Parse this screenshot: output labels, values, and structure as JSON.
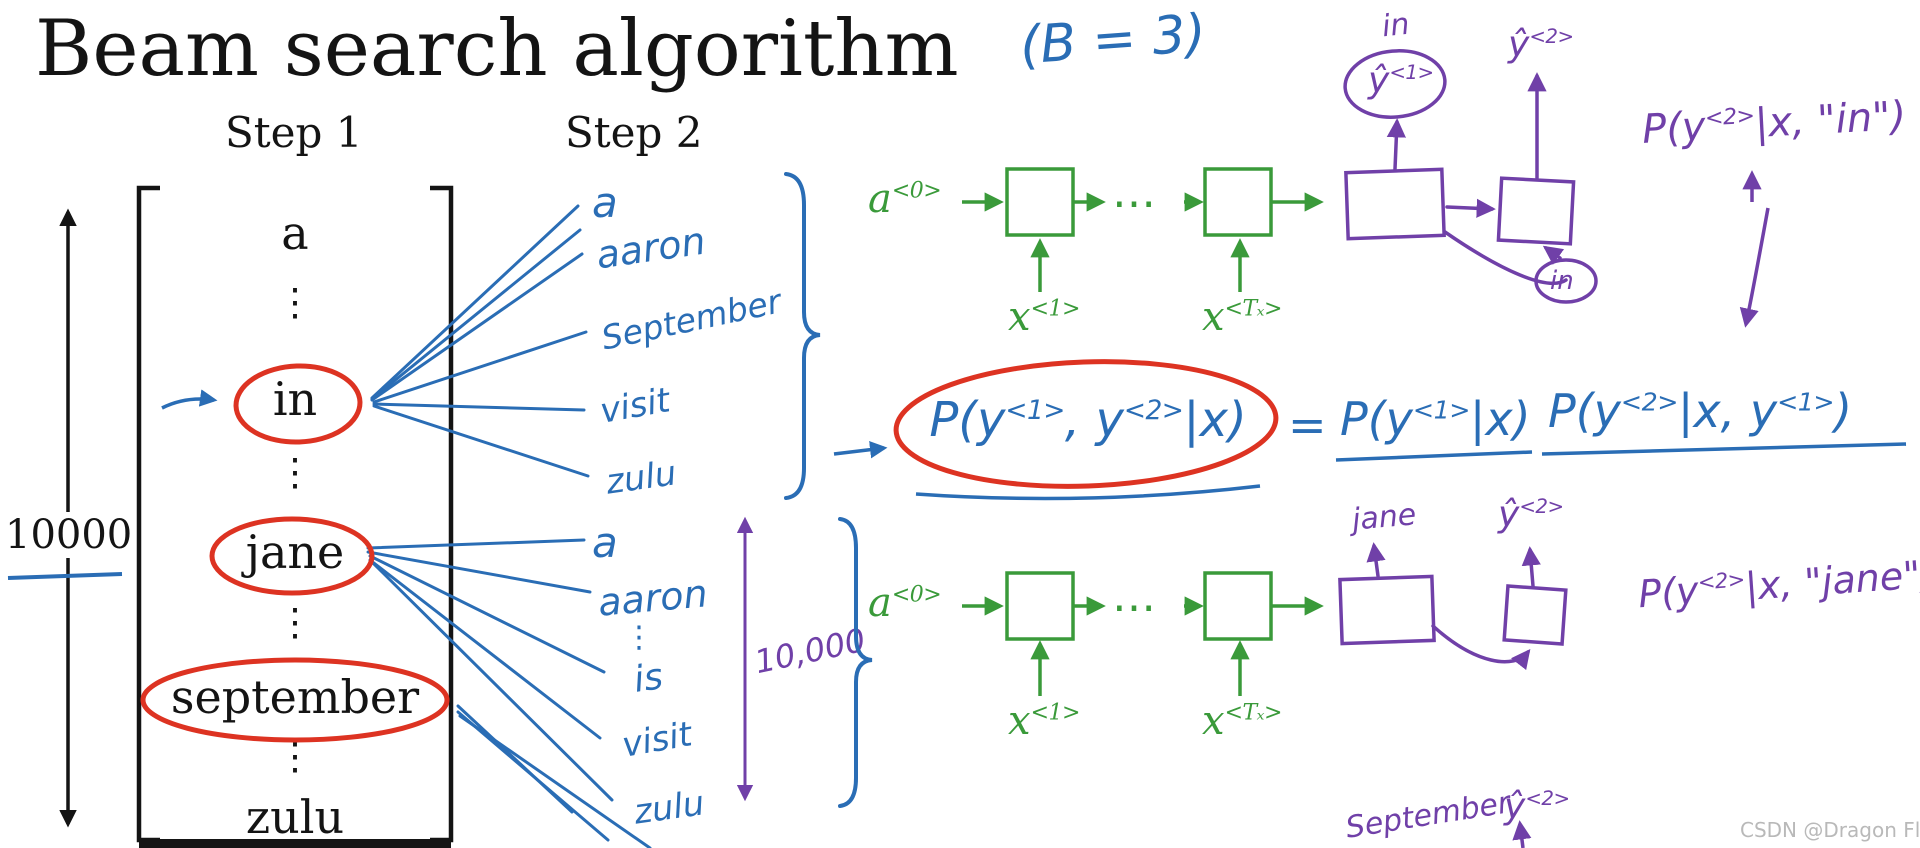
{
  "title": "Beam search algorithm",
  "beam_width_note": "(B = 3)",
  "step_labels": {
    "step1": "Step 1",
    "step2": "Step 2"
  },
  "vocab": {
    "size_label": "10000",
    "items": [
      "a",
      "⋮",
      "in",
      "⋮",
      "jane",
      "⋮",
      "september",
      "⋮",
      "zulu"
    ],
    "count_annotation": "10,000"
  },
  "step2_candidates": {
    "from_in": [
      "a",
      "aaron",
      "September",
      "visit",
      "zulu"
    ],
    "from_jane": [
      "a",
      "aaron",
      "⋮",
      "is",
      "visit",
      "zulu"
    ]
  },
  "rnn": {
    "dots": "⋯",
    "a0": [
      {
        "t": "a"
      },
      {
        "t": "<0>",
        "sup": true
      }
    ],
    "x1": [
      {
        "t": "x"
      },
      {
        "t": "<1>",
        "sup": true
      }
    ],
    "xTx": [
      {
        "t": "x"
      },
      {
        "t": "<Tₓ>",
        "sup": true
      }
    ]
  },
  "formulas": {
    "yhat1": [
      {
        "t": "ŷ"
      },
      {
        "t": "<1>",
        "sup": true
      }
    ],
    "yhat2": [
      {
        "t": "ŷ"
      },
      {
        "t": "<2>",
        "sup": true
      }
    ],
    "joint": [
      {
        "t": "P(y"
      },
      {
        "t": "<1>",
        "sup": true
      },
      {
        "t": ", y"
      },
      {
        "t": "<2>",
        "sup": true
      },
      {
        "t": "|x)"
      }
    ],
    "equals": "=",
    "p_y1": [
      {
        "t": "P(y"
      },
      {
        "t": "<1>",
        "sup": true
      },
      {
        "t": "|x)"
      }
    ],
    "p_y2_given_y1": [
      {
        "t": "P(y"
      },
      {
        "t": "<2>",
        "sup": true
      },
      {
        "t": "|x, y"
      },
      {
        "t": "<1>",
        "sup": true
      },
      {
        "t": ")"
      }
    ],
    "p_y2_given_in": [
      {
        "t": "P(y"
      },
      {
        "t": "<2>",
        "sup": true
      },
      {
        "t": "|x, \"in\")"
      }
    ],
    "p_y2_given_jane": [
      {
        "t": "P(y"
      },
      {
        "t": "<2>",
        "sup": true
      },
      {
        "t": "|x, \"jane\")"
      }
    ]
  },
  "handwritten_notes": {
    "in_top": "in",
    "in_loop": "in",
    "jane": "jane",
    "september": "September"
  },
  "colors": {
    "blue": "#2a6db5",
    "green": "#3a9a3a",
    "purple": "#7040a8",
    "red": "#dd3322"
  },
  "watermark": "CSDN @Dragon Fly"
}
